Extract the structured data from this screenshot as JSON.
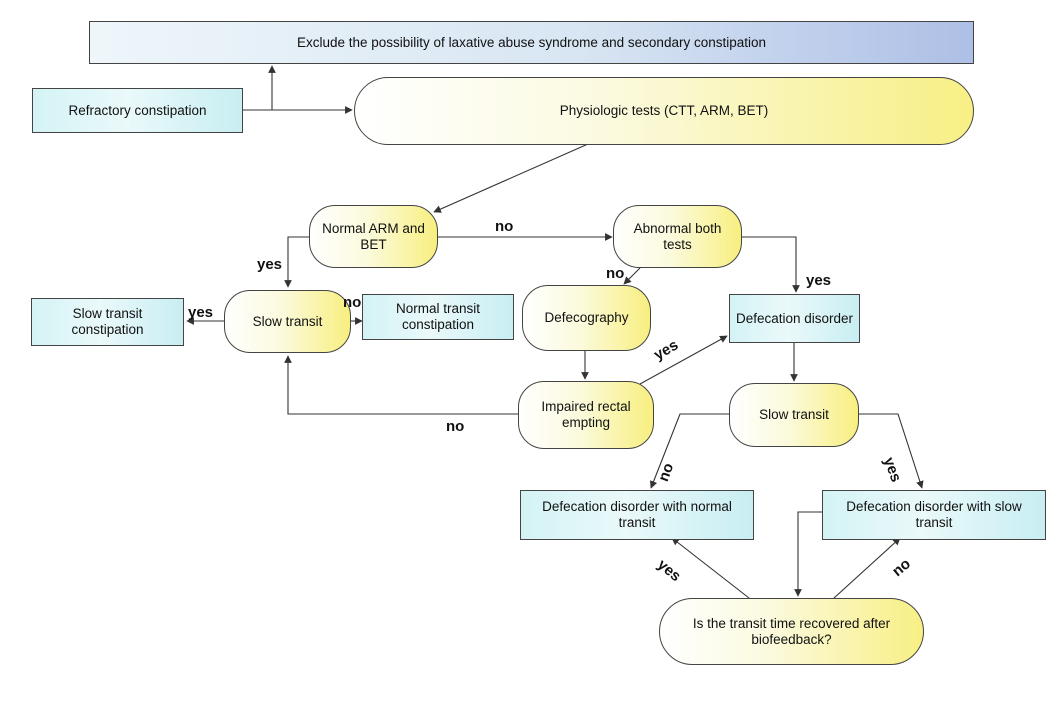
{
  "nodes": {
    "exclude": "Exclude the possibility of laxative abuse syndrome and secondary constipation",
    "refractory": "Refractory constipation",
    "physiologic": "Physiologic tests (CTT, ARM, BET)",
    "normal_arm_bet": "Normal ARM and BET",
    "abnormal_both": "Abnormal both tests",
    "slow_transit_1": "Slow transit",
    "slow_transit_constipation": "Slow transit constipation",
    "normal_transit_constipation": "Normal transit constipation",
    "defecography": "Defecography",
    "defecation_disorder": "Defecation disorder",
    "impaired_rectal": "Impaired rectal empting",
    "slow_transit_2": "Slow transit",
    "dd_normal_transit": "Defecation disorder with normal transit",
    "dd_slow_transit": "Defecation disorder with slow transit",
    "transit_recovered": "Is the transit time recovered after biofeedback?"
  },
  "edge_labels": {
    "normal_no": "no",
    "normal_yes": "yes",
    "abnormal_no": "no",
    "abnormal_yes": "yes",
    "slow_yes": "yes",
    "slow_no": "no",
    "impaired_yes": "yes",
    "impaired_no": "no",
    "slow2_no": "no",
    "slow2_yes": "yes",
    "recovered_yes": "yes",
    "recovered_no": "no"
  },
  "colors": {
    "box_fill": "#d4f3f5",
    "pill_fill": "#f8ef80",
    "header_fill": "#aebfe6",
    "edge": "#333333"
  }
}
